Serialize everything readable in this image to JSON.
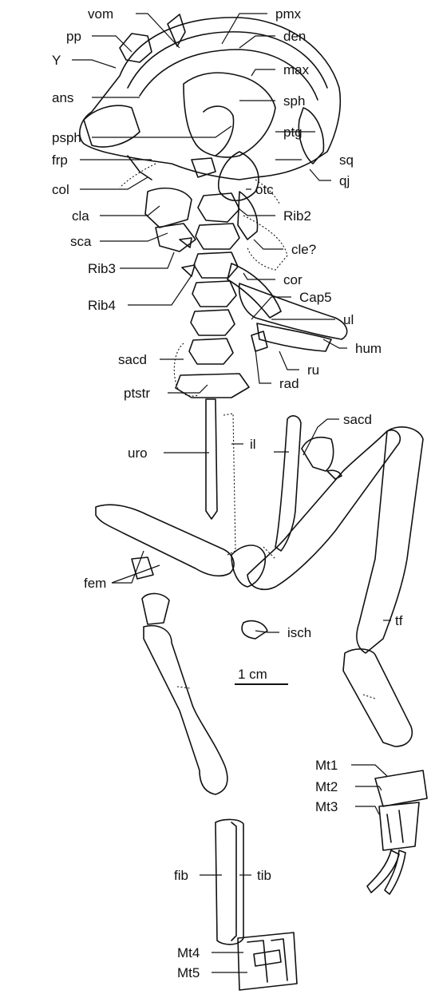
{
  "labels": {
    "vom": "vom",
    "pmx": "pmx",
    "pp": "pp",
    "den": "den",
    "Y": "Y",
    "max": "max",
    "ans": "ans",
    "sph": "sph",
    "psph": "psph",
    "ptg": "ptg",
    "frp": "frp",
    "sq": "sq",
    "qj": "qj",
    "col": "col",
    "otc": "otc",
    "cla": "cla",
    "Rib2": "Rib2",
    "sca": "sca",
    "cle": "cle?",
    "Rib3": "Rib3",
    "cor": "cor",
    "Rib4": "Rib4",
    "Cap5": "Cap5",
    "ul": "ul",
    "hum": "hum",
    "sacd_left": "sacd",
    "ru": "ru",
    "rad": "rad",
    "ptstr": "ptstr",
    "sacd_right": "sacd",
    "uro": "uro",
    "il": "il",
    "fem": "fem",
    "tf": "tf",
    "isch": "isch",
    "Mt1": "Mt1",
    "Mt2": "Mt2",
    "Mt3": "Mt3",
    "fib": "fib",
    "tib": "tib",
    "Mt4": "Mt4",
    "Mt5": "Mt5"
  },
  "scale_bar": {
    "label": "1 cm"
  }
}
